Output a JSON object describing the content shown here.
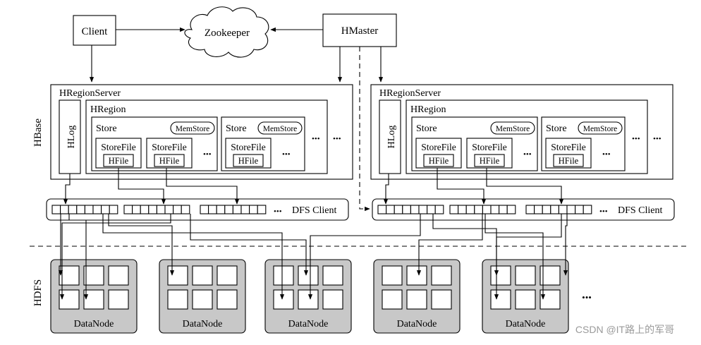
{
  "components": {
    "client": "Client",
    "zookeeper": "Zookeeper",
    "hmaster": "HMaster"
  },
  "layers": {
    "hbase": "HBase",
    "hdfs": "HDFS"
  },
  "region_server": {
    "title": "HRegionServer",
    "hlog": "HLog",
    "hregion": "HRegion",
    "store": "Store",
    "memstore": "MemStore",
    "storefile": "StoreFile",
    "hfile": "HFile",
    "ellipsis": "•••"
  },
  "dfs_client": {
    "label": "DFS Client",
    "ellipsis": "•••"
  },
  "datanode": {
    "label": "DataNode",
    "count": 5,
    "ellipsis": "•••"
  },
  "watermark": "CSDN @IT路上的军哥"
}
